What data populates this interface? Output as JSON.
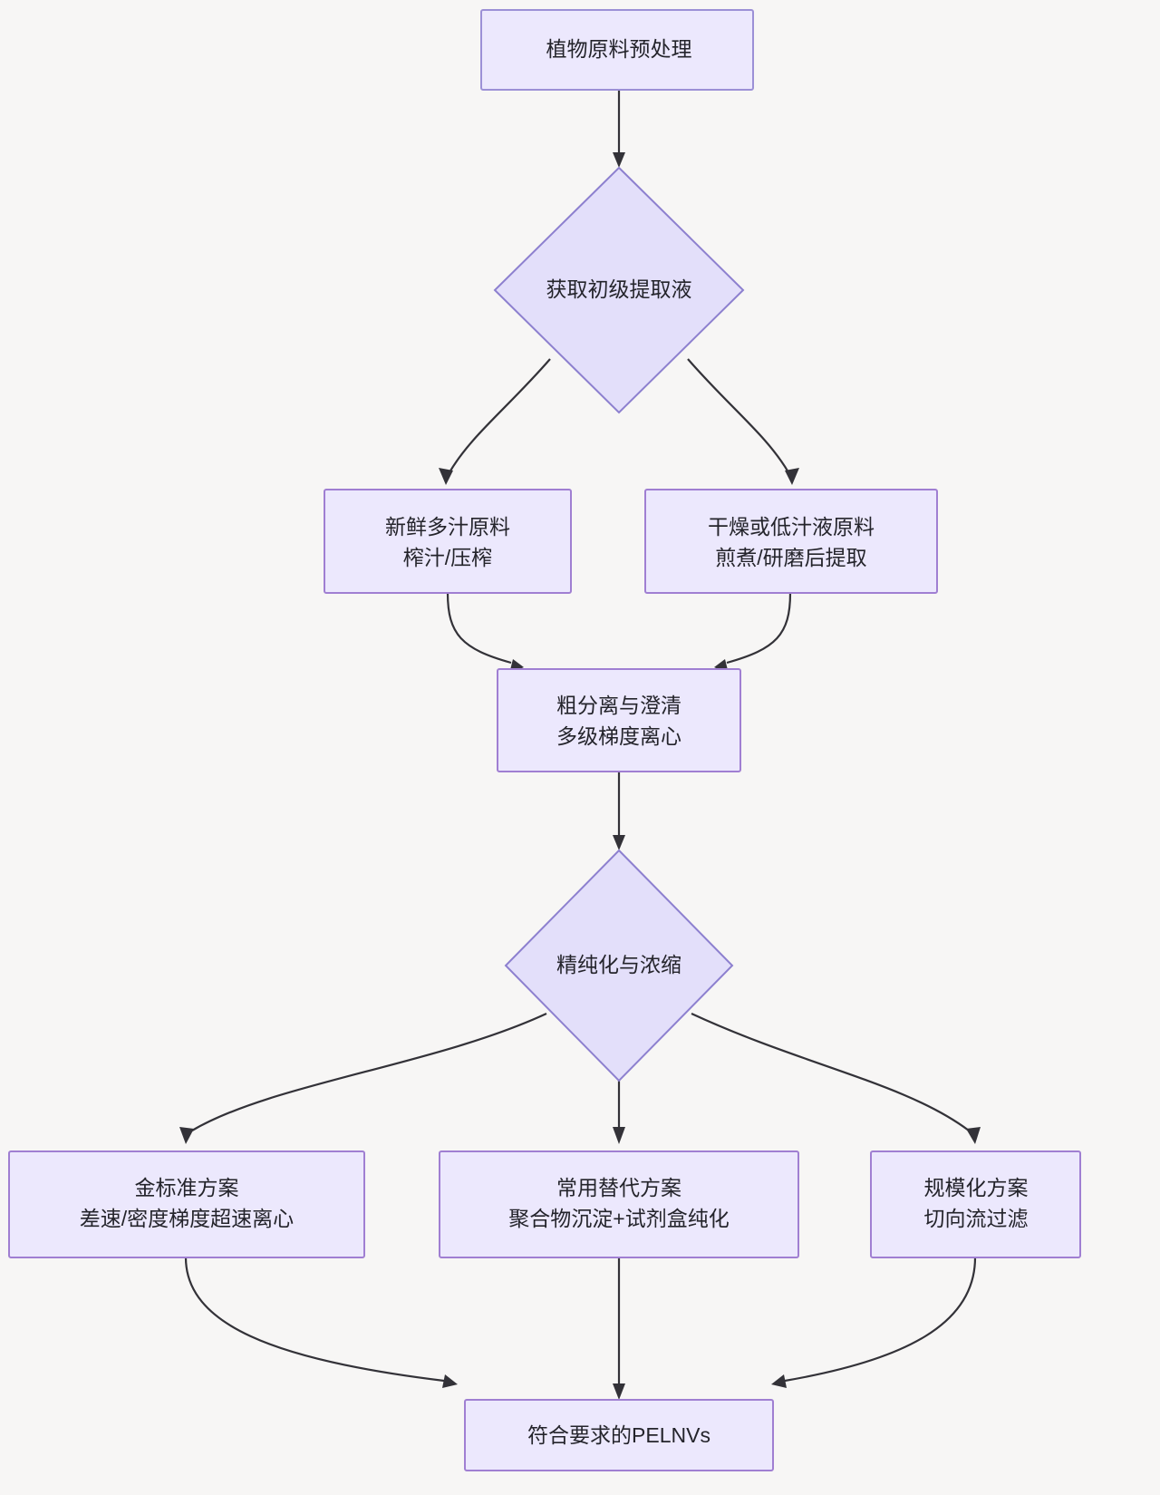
{
  "diagram": {
    "type": "flowchart",
    "direction": "top-to-bottom",
    "background_color": "#f7f6f5",
    "node_fill_color": "#ece8fd",
    "node_border_color": "#a07fd2",
    "edge_color": "#333238",
    "text_color": "#24242b"
  },
  "nodes": {
    "pretreatment": {
      "shape": "rectangle",
      "line1": "植物原料预处理"
    },
    "primary_extract": {
      "shape": "diamond",
      "line1": "获取初级提取液"
    },
    "fresh_juicy": {
      "shape": "rectangle",
      "line1": "新鲜多汁原料",
      "line2": "榨汁/压榨"
    },
    "dry_low_juice": {
      "shape": "rectangle",
      "line1": "干燥或低汁液原料",
      "line2": "煎煮/研磨后提取"
    },
    "coarse_separation": {
      "shape": "rectangle",
      "line1": "粗分离与澄清",
      "line2": "多级梯度离心"
    },
    "purification": {
      "shape": "diamond",
      "line1": "精纯化与浓缩"
    },
    "gold_standard": {
      "shape": "rectangle",
      "line1": "金标准方案",
      "line2": "差速/密度梯度超速离心"
    },
    "common_alternative": {
      "shape": "rectangle",
      "line1": "常用替代方案",
      "line2": "聚合物沉淀+试剂盒纯化"
    },
    "scale_up": {
      "shape": "rectangle",
      "line1": "规模化方案",
      "line2": "切向流过滤"
    },
    "result": {
      "shape": "rectangle",
      "line1": "符合要求的PELNVs"
    }
  },
  "edges": [
    {
      "from": "pretreatment",
      "to": "primary_extract",
      "label": ""
    },
    {
      "from": "primary_extract",
      "to": "fresh_juicy",
      "label": ""
    },
    {
      "from": "primary_extract",
      "to": "dry_low_juice",
      "label": ""
    },
    {
      "from": "fresh_juicy",
      "to": "coarse_separation",
      "label": ""
    },
    {
      "from": "dry_low_juice",
      "to": "coarse_separation",
      "label": ""
    },
    {
      "from": "coarse_separation",
      "to": "purification",
      "label": ""
    },
    {
      "from": "purification",
      "to": "gold_standard",
      "label": ""
    },
    {
      "from": "purification",
      "to": "common_alternative",
      "label": ""
    },
    {
      "from": "purification",
      "to": "scale_up",
      "label": ""
    },
    {
      "from": "gold_standard",
      "to": "result",
      "label": ""
    },
    {
      "from": "common_alternative",
      "to": "result",
      "label": ""
    },
    {
      "from": "scale_up",
      "to": "result",
      "label": ""
    }
  ]
}
